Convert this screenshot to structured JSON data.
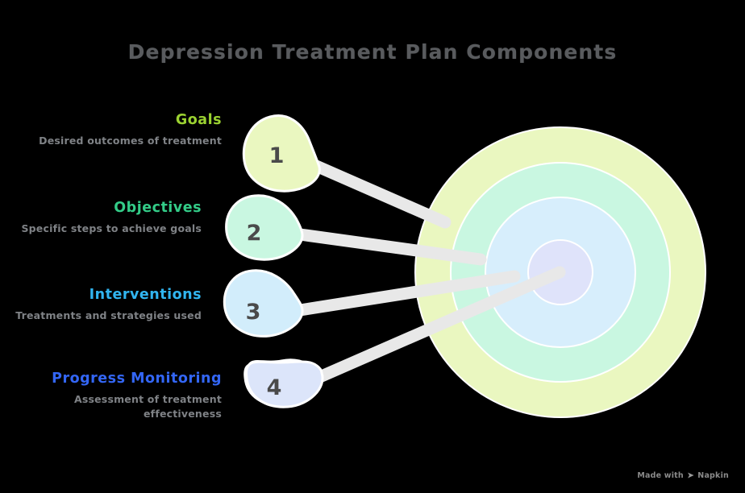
{
  "title": "Depression Treatment Plan Components",
  "theme": {
    "background": "#000000",
    "title_color": "#595b5e",
    "description_color": "#7f8286",
    "connector_color": "#e8e8e8",
    "number_color": "#4a4a4a"
  },
  "rings": [
    {
      "name": "ring-outer",
      "fill": "#eaf7c0",
      "radius": 180,
      "stroke": "#ffffff"
    },
    {
      "name": "ring-second",
      "fill": "#c9f7e1",
      "radius": 136,
      "stroke": "#ffffff"
    },
    {
      "name": "ring-third",
      "fill": "#d7eefc",
      "radius": 93,
      "stroke": "#ffffff"
    },
    {
      "name": "ring-core",
      "fill": "#dfe3fa",
      "radius": 40,
      "stroke": "#ffffff"
    }
  ],
  "items": [
    {
      "number": "1",
      "title": "Goals",
      "description": "Desired outcomes of treatment",
      "color": "#9bd231",
      "blob_fill": "#eaf7c0"
    },
    {
      "number": "2",
      "title": "Objectives",
      "description": "Specific steps to achieve goals",
      "color": "#33cc88",
      "blob_fill": "#c9f7e1"
    },
    {
      "number": "3",
      "title": "Interventions",
      "description": "Treatments and strategies used",
      "color": "#31b5f0",
      "blob_fill": "#d2edfb"
    },
    {
      "number": "4",
      "title": "Progress Monitoring",
      "description": "Assessment of treatment effectiveness",
      "color": "#3366f5",
      "blob_fill": "#dce5fa"
    }
  ],
  "watermark": {
    "prefix": "Made with",
    "brand": "Napkin",
    "mark": "➤"
  }
}
